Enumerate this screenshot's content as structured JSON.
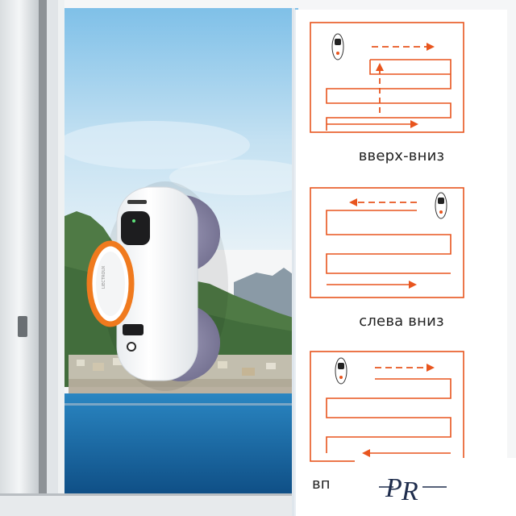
{
  "captions": {
    "pattern_1": "вверх-вниз",
    "pattern_2": "слева вниз",
    "pattern_3": "вп"
  },
  "robot": {
    "brand": "LIECTROUX"
  },
  "logo": {
    "letters": "PR"
  },
  "colors": {
    "path_orange": "#e8551e",
    "robot_accent": "#f07a1e",
    "sky": "#b7d8ee",
    "sea": "#1f77b2"
  }
}
